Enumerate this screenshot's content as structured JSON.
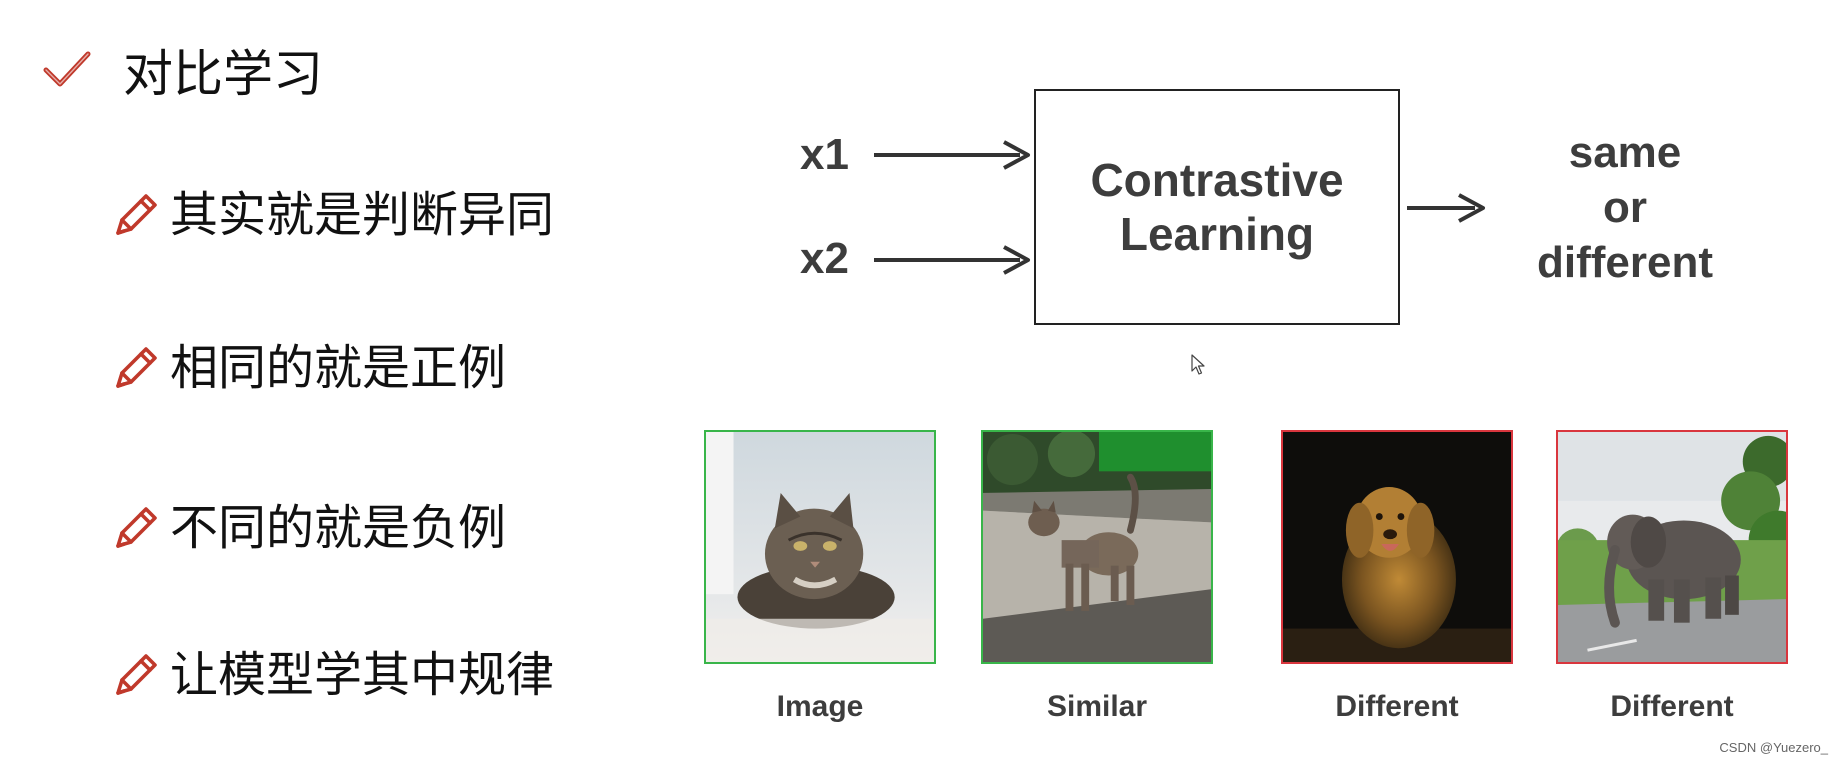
{
  "title": "对比学习",
  "bullets": [
    {
      "text": "其实就是判断异同",
      "icon": "pencil-icon"
    },
    {
      "text": "相同的就是正例",
      "icon": "pencil-icon"
    },
    {
      "text": "不同的就是负例",
      "icon": "pencil-icon"
    },
    {
      "text": "让模型学其中规律",
      "icon": "pencil-icon"
    }
  ],
  "diagram": {
    "inputs": [
      "x1",
      "x2"
    ],
    "box_lines": [
      "Contrastive",
      "Learning"
    ],
    "output_lines": [
      "same",
      "or",
      "different"
    ]
  },
  "images": [
    {
      "caption": "Image",
      "subject": "cat",
      "border_color": "#39b54a"
    },
    {
      "caption": "Similar",
      "subject": "cat-walking",
      "border_color": "#39b54a"
    },
    {
      "caption": "Different",
      "subject": "dog",
      "border_color": "#d9363e"
    },
    {
      "caption": "Different",
      "subject": "elephant",
      "border_color": "#d9363e"
    }
  ],
  "watermark": "CSDN @Yuezero_",
  "colors": {
    "accent": "#c0392b",
    "positive": "#39b54a",
    "negative": "#d9363e",
    "diagram_text": "#3d3d3d"
  }
}
